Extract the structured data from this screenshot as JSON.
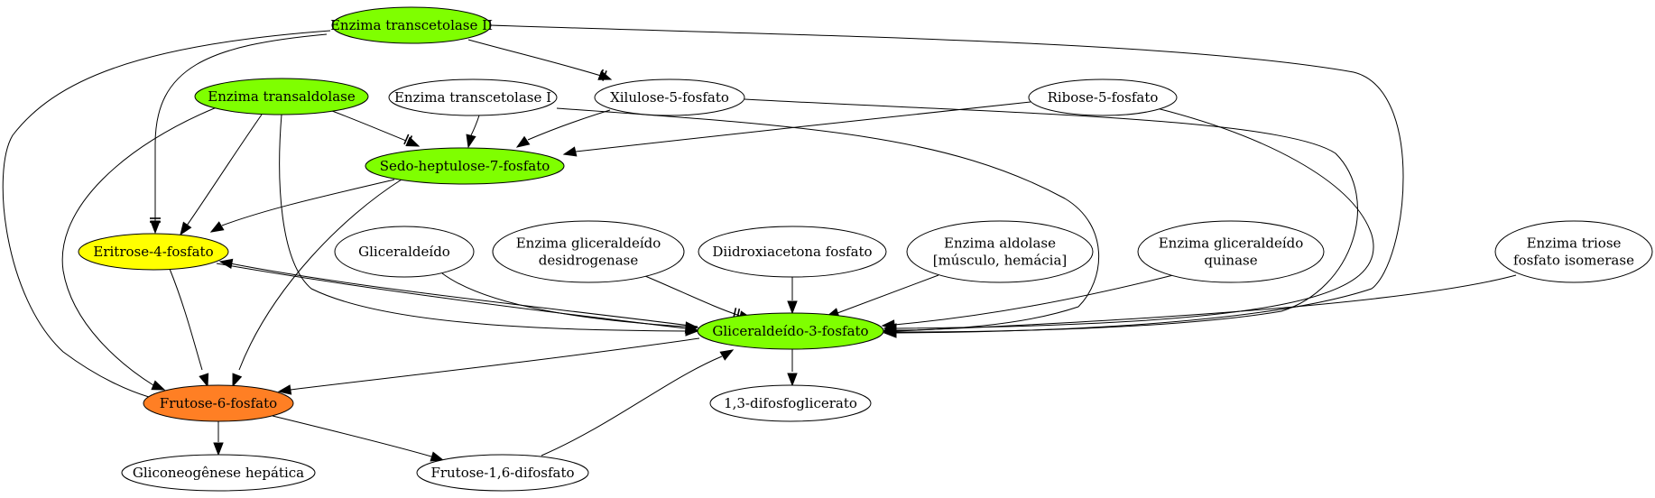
{
  "colors": {
    "default_fill": "#ffffff",
    "green": "#7fff00",
    "yellow": "#ffff00",
    "orange": "#ff7f24",
    "stroke": "#000000"
  },
  "nodes": {
    "enzima_transcetolase_2": {
      "lines": [
        "Enzima transcetolase II"
      ],
      "color": "green"
    },
    "enzima_transaldolase": {
      "lines": [
        "Enzima transaldolase"
      ],
      "color": "green"
    },
    "enzima_transcetolase_1": {
      "lines": [
        "Enzima transcetolase I"
      ],
      "color": "default_fill"
    },
    "xilulose_5_fosfato": {
      "lines": [
        "Xilulose-5-fosfato"
      ],
      "color": "default_fill"
    },
    "ribose_5_fosfato": {
      "lines": [
        "Ribose-5-fosfato"
      ],
      "color": "default_fill"
    },
    "sedo_heptulose_7_fosfato": {
      "lines": [
        "Sedo-heptulose-7-fosfato"
      ],
      "color": "green"
    },
    "eritrose_4_fosfato": {
      "lines": [
        "Eritrose-4-fosfato"
      ],
      "color": "yellow"
    },
    "gliceraldeido": {
      "lines": [
        "Gliceraldeído"
      ],
      "color": "default_fill"
    },
    "enzima_gliceraldeido_desidrogenase": {
      "lines": [
        "Enzima gliceraldeído",
        "desidrogenase"
      ],
      "color": "default_fill"
    },
    "diidroxiacetona_fosfato": {
      "lines": [
        "Diidroxiacetona fosfato"
      ],
      "color": "default_fill"
    },
    "enzima_aldolase": {
      "lines": [
        "Enzima aldolase",
        "[músculo, hemácia]"
      ],
      "color": "default_fill"
    },
    "enzima_gliceraldeido_quinase": {
      "lines": [
        "Enzima gliceraldeído",
        "quinase"
      ],
      "color": "default_fill"
    },
    "enzima_triose_fosfato_isomerase": {
      "lines": [
        "Enzima triose",
        "fosfato isomerase"
      ],
      "color": "default_fill"
    },
    "gliceraldeido_3_fosfato": {
      "lines": [
        "Gliceraldeído-3-fosfato"
      ],
      "color": "green"
    },
    "frutose_6_fosfato": {
      "lines": [
        "Frutose-6-fosfato"
      ],
      "color": "orange"
    },
    "difosfoglicerato": {
      "lines": [
        "1,3-difosfoglicerato"
      ],
      "color": "default_fill"
    },
    "gliconeogenese_hepatica": {
      "lines": [
        "Gliconeogênese hepática"
      ],
      "color": "default_fill"
    },
    "frutose_1_6_difosfato": {
      "lines": [
        "Frutose-1,6-difosfato"
      ],
      "color": "default_fill"
    }
  },
  "edges": [
    {
      "from": "enzima_transcetolase_2",
      "to": "xilulose_5_fosfato",
      "style": "inhibit"
    },
    {
      "from": "enzima_transcetolase_2",
      "to": "eritrose_4_fosfato",
      "style": "inhibit"
    },
    {
      "from": "enzima_transcetolase_2",
      "to": "frutose_6_fosfato",
      "style": "arrow"
    },
    {
      "from": "enzima_transcetolase_2",
      "to": "gliceraldeido_3_fosfato",
      "style": "arrow"
    },
    {
      "from": "enzima_transaldolase",
      "to": "sedo_heptulose_7_fosfato",
      "style": "inhibit"
    },
    {
      "from": "enzima_transaldolase",
      "to": "eritrose_4_fosfato",
      "style": "arrow"
    },
    {
      "from": "enzima_transaldolase",
      "to": "frutose_6_fosfato",
      "style": "arrow"
    },
    {
      "from": "enzima_transaldolase",
      "to": "gliceraldeido_3_fosfato",
      "style": "arrow"
    },
    {
      "from": "enzima_transcetolase_1",
      "to": "sedo_heptulose_7_fosfato",
      "style": "arrow"
    },
    {
      "from": "enzima_transcetolase_1",
      "to": "gliceraldeido_3_fosfato",
      "style": "arrow"
    },
    {
      "from": "xilulose_5_fosfato",
      "to": "sedo_heptulose_7_fosfato",
      "style": "arrow"
    },
    {
      "from": "xilulose_5_fosfato",
      "to": "gliceraldeido_3_fosfato",
      "style": "arrow"
    },
    {
      "from": "ribose_5_fosfato",
      "to": "sedo_heptulose_7_fosfato",
      "style": "arrow"
    },
    {
      "from": "ribose_5_fosfato",
      "to": "gliceraldeido_3_fosfato",
      "style": "arrow"
    },
    {
      "from": "sedo_heptulose_7_fosfato",
      "to": "eritrose_4_fosfato",
      "style": "arrow"
    },
    {
      "from": "sedo_heptulose_7_fosfato",
      "to": "frutose_6_fosfato",
      "style": "arrow"
    },
    {
      "from": "eritrose_4_fosfato",
      "to": "gliceraldeido_3_fosfato",
      "style": "arrow"
    },
    {
      "from": "gliceraldeido_3_fosfato",
      "to": "eritrose_4_fosfato",
      "style": "arrow"
    },
    {
      "from": "eritrose_4_fosfato",
      "to": "frutose_6_fosfato",
      "style": "arrow"
    },
    {
      "from": "gliceraldeido",
      "to": "gliceraldeido_3_fosfato",
      "style": "arrow"
    },
    {
      "from": "enzima_gliceraldeido_desidrogenase",
      "to": "gliceraldeido_3_fosfato",
      "style": "inhibit"
    },
    {
      "from": "diidroxiacetona_fosfato",
      "to": "gliceraldeido_3_fosfato",
      "style": "arrow"
    },
    {
      "from": "enzima_aldolase",
      "to": "gliceraldeido_3_fosfato",
      "style": "arrow"
    },
    {
      "from": "enzima_gliceraldeido_quinase",
      "to": "gliceraldeido_3_fosfato",
      "style": "arrow"
    },
    {
      "from": "enzima_triose_fosfato_isomerase",
      "to": "gliceraldeido_3_fosfato",
      "style": "arrow"
    },
    {
      "from": "gliceraldeido_3_fosfato",
      "to": "difosfoglicerato",
      "style": "arrow"
    },
    {
      "from": "gliceraldeido_3_fosfato",
      "to": "frutose_6_fosfato",
      "style": "arrow"
    },
    {
      "from": "frutose_6_fosfato",
      "to": "gliconeogenese_hepatica",
      "style": "arrow"
    },
    {
      "from": "frutose_6_fosfato",
      "to": "frutose_1_6_difosfato",
      "style": "arrow"
    },
    {
      "from": "frutose_1_6_difosfato",
      "to": "gliceraldeido_3_fosfato",
      "style": "arrow"
    }
  ]
}
